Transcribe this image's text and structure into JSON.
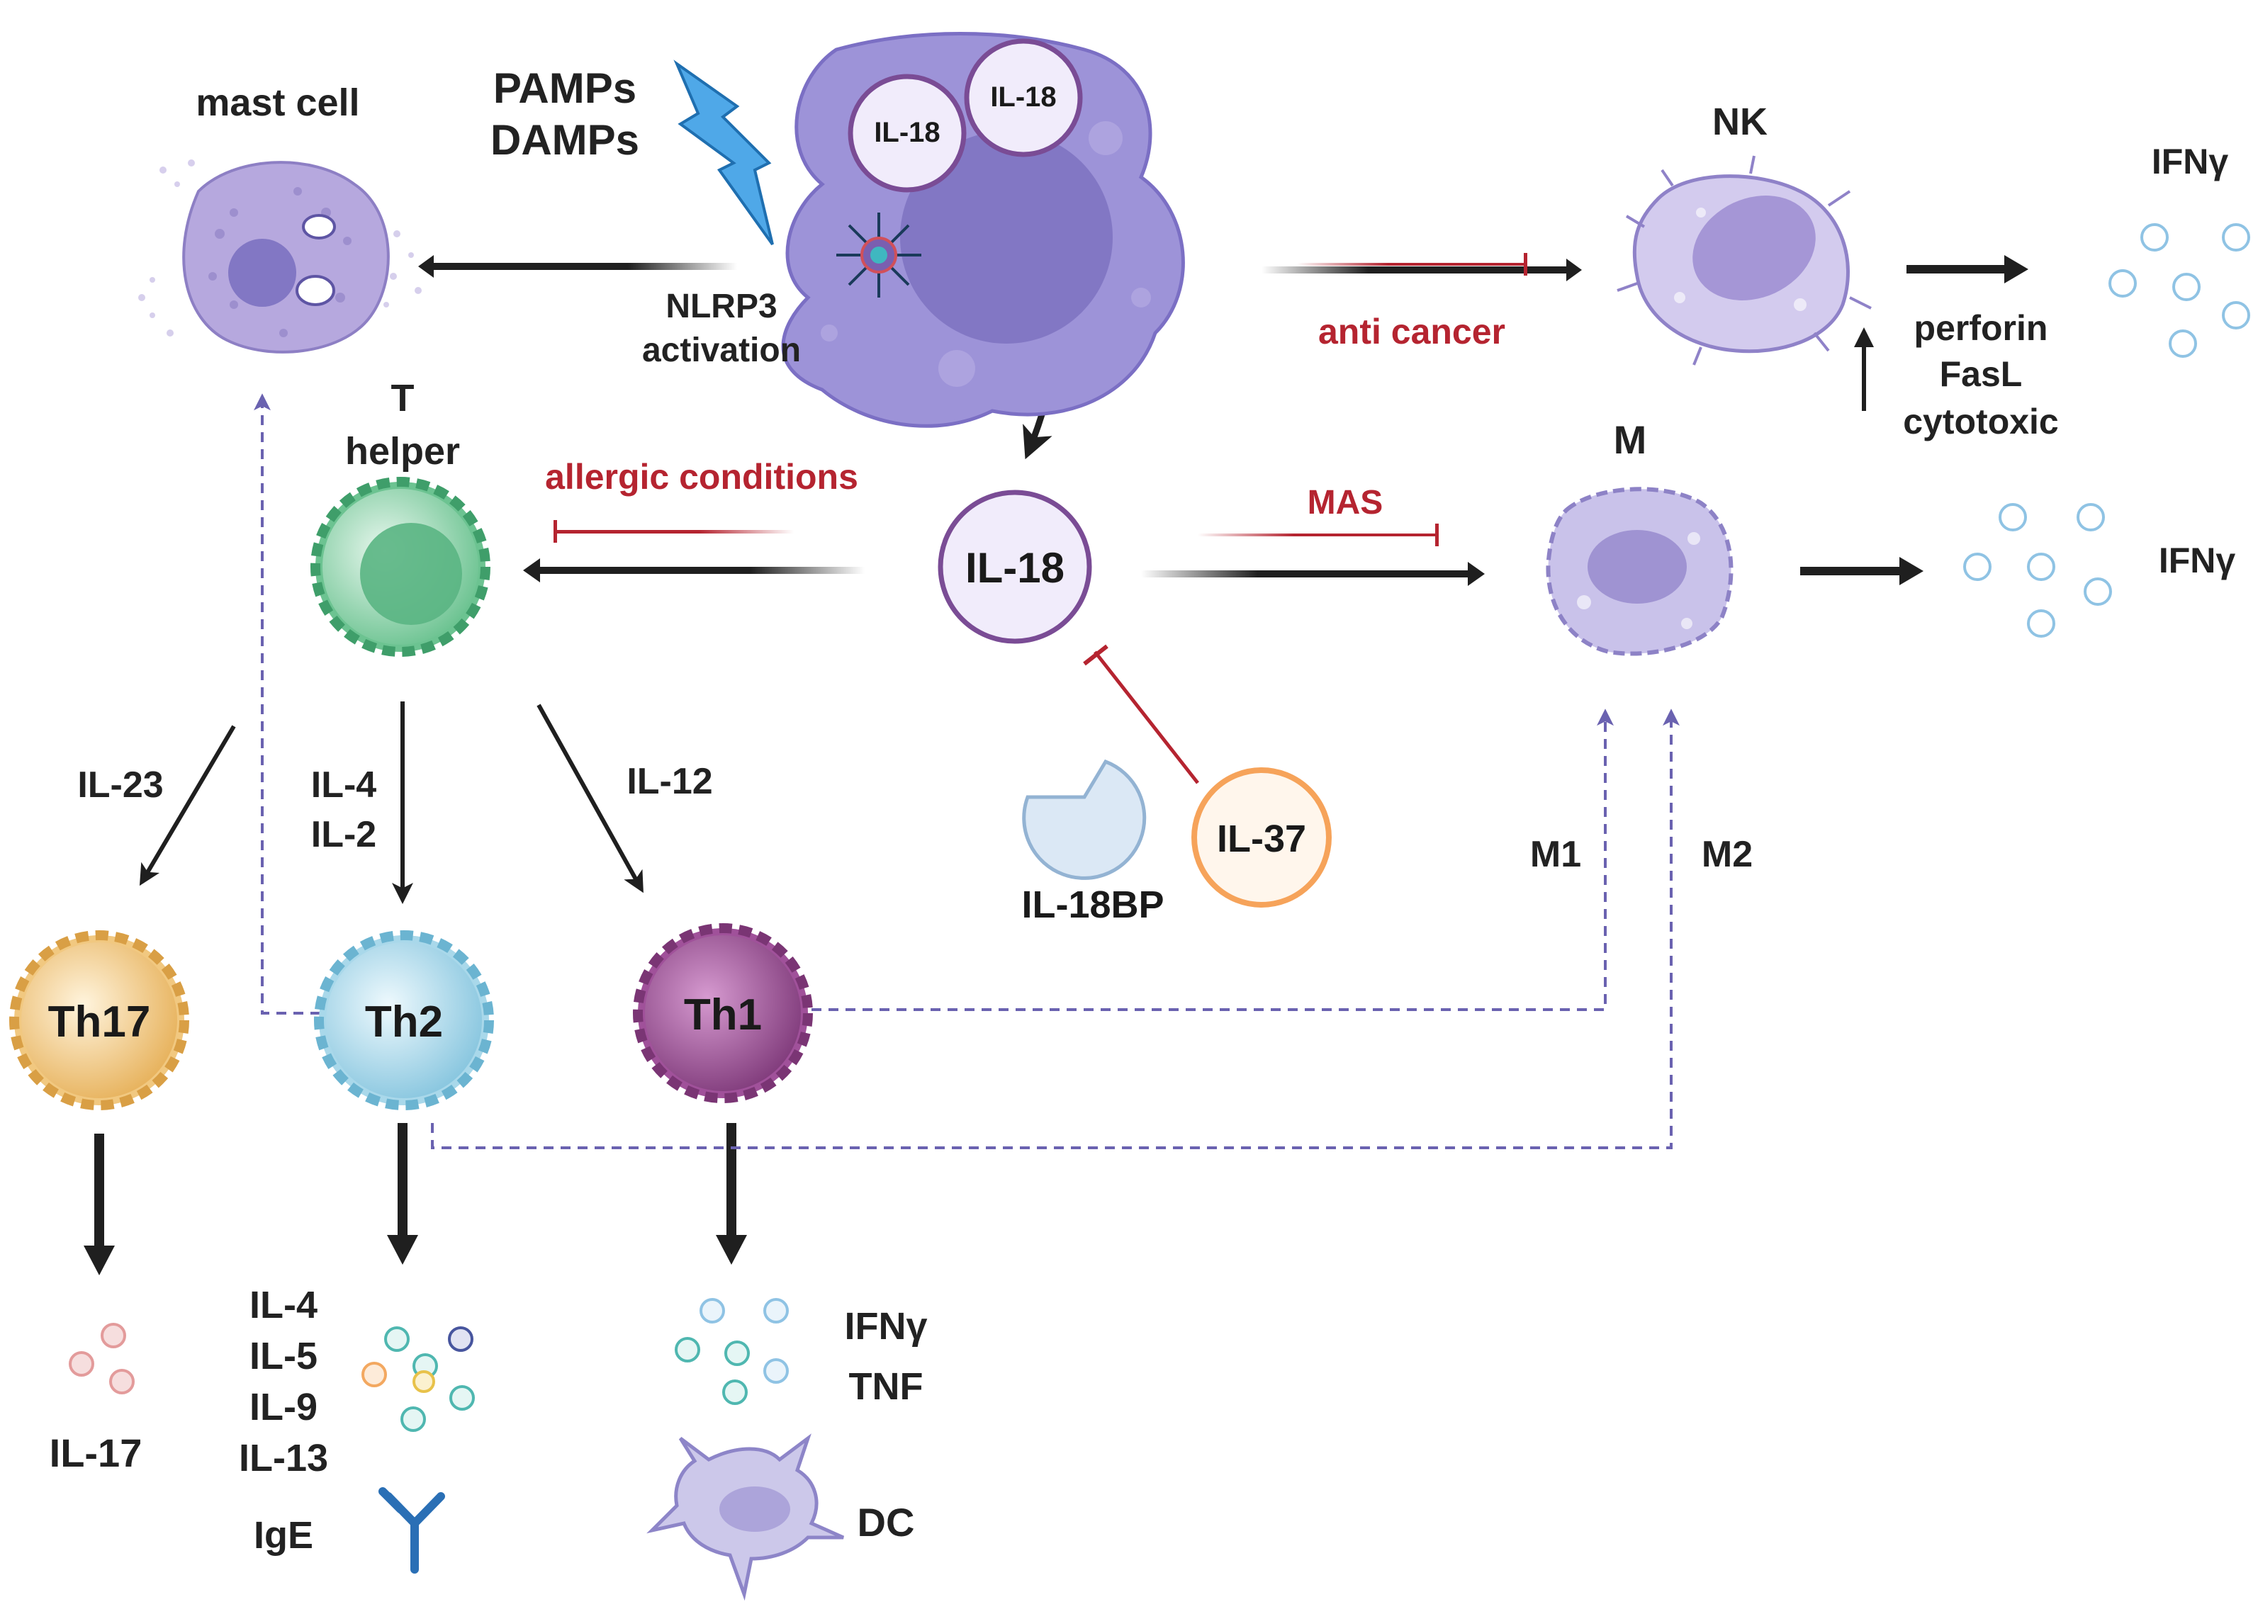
{
  "colors": {
    "arrow": "#1f1f1f",
    "inhibit": "#b52430",
    "dashed": "#6a62b0",
    "inflammasome_cell": "#9d93d8",
    "inflammasome_nucleus": "#8277c4",
    "il18_circle": "#f1ecfb",
    "il18_stroke": "#7a4c95",
    "mast": "#b6a8de",
    "nk": "#c7bde6",
    "macrophage": "#bfb8e2",
    "thelper": "#85d2a6",
    "th17": "#f1c880",
    "th2": "#a9d8ea",
    "th1": "#a0519a",
    "il37": "#f6a35a",
    "il18bp": "#dbe8f5",
    "antibody": "#2a6fb5",
    "bolt": "#4fa8e8",
    "dc": "#ccc8ea",
    "dot_blue": "#8fc3e4",
    "dot_red": "#e39b9b",
    "dot_teal": "#4fb7b0",
    "dot_orange": "#f3a860",
    "dot_yellow": "#e8c24a",
    "dot_navy": "#47559e"
  },
  "icons": [
    "lightning-bolt-icon",
    "antibody-icon"
  ],
  "labels": {
    "mast_cell": "mast cell",
    "pamps": "PAMPs",
    "damps": "DAMPs",
    "nlrp3_line1": "NLRP3",
    "nlrp3_line2": "activation",
    "il18_vesicle_1": "IL-18",
    "il18_vesicle_2": "IL-18",
    "nk": "NK",
    "ifng_nk": "IFNγ",
    "anti_cancer": "anti cancer",
    "perforin": "perforin",
    "fasl": "FasL",
    "cytotoxic": "cytotoxic",
    "t_line1": "T",
    "t_line2": "helper",
    "allergic": "allergic conditions",
    "il18_center": "IL-18",
    "mas": "MAS",
    "m": "M",
    "ifng_m": "IFNγ",
    "il23": "IL-23",
    "il4_il2_line1": "IL-4",
    "il4_il2_line2": "IL-2",
    "il12": "IL-12",
    "il18bp": "IL-18BP",
    "il37": "IL-37",
    "m1": "M1",
    "m2": "M2",
    "th17": "Th17",
    "th2": "Th2",
    "th1": "Th1",
    "il17": "IL-17",
    "th2_out_1": "IL-4",
    "th2_out_2": "IL-5",
    "th2_out_3": "IL-9",
    "th2_out_4": "IL-13",
    "ige": "IgE",
    "th1_out_1": "IFNγ",
    "th1_out_2": "TNF",
    "dc": "DC"
  }
}
